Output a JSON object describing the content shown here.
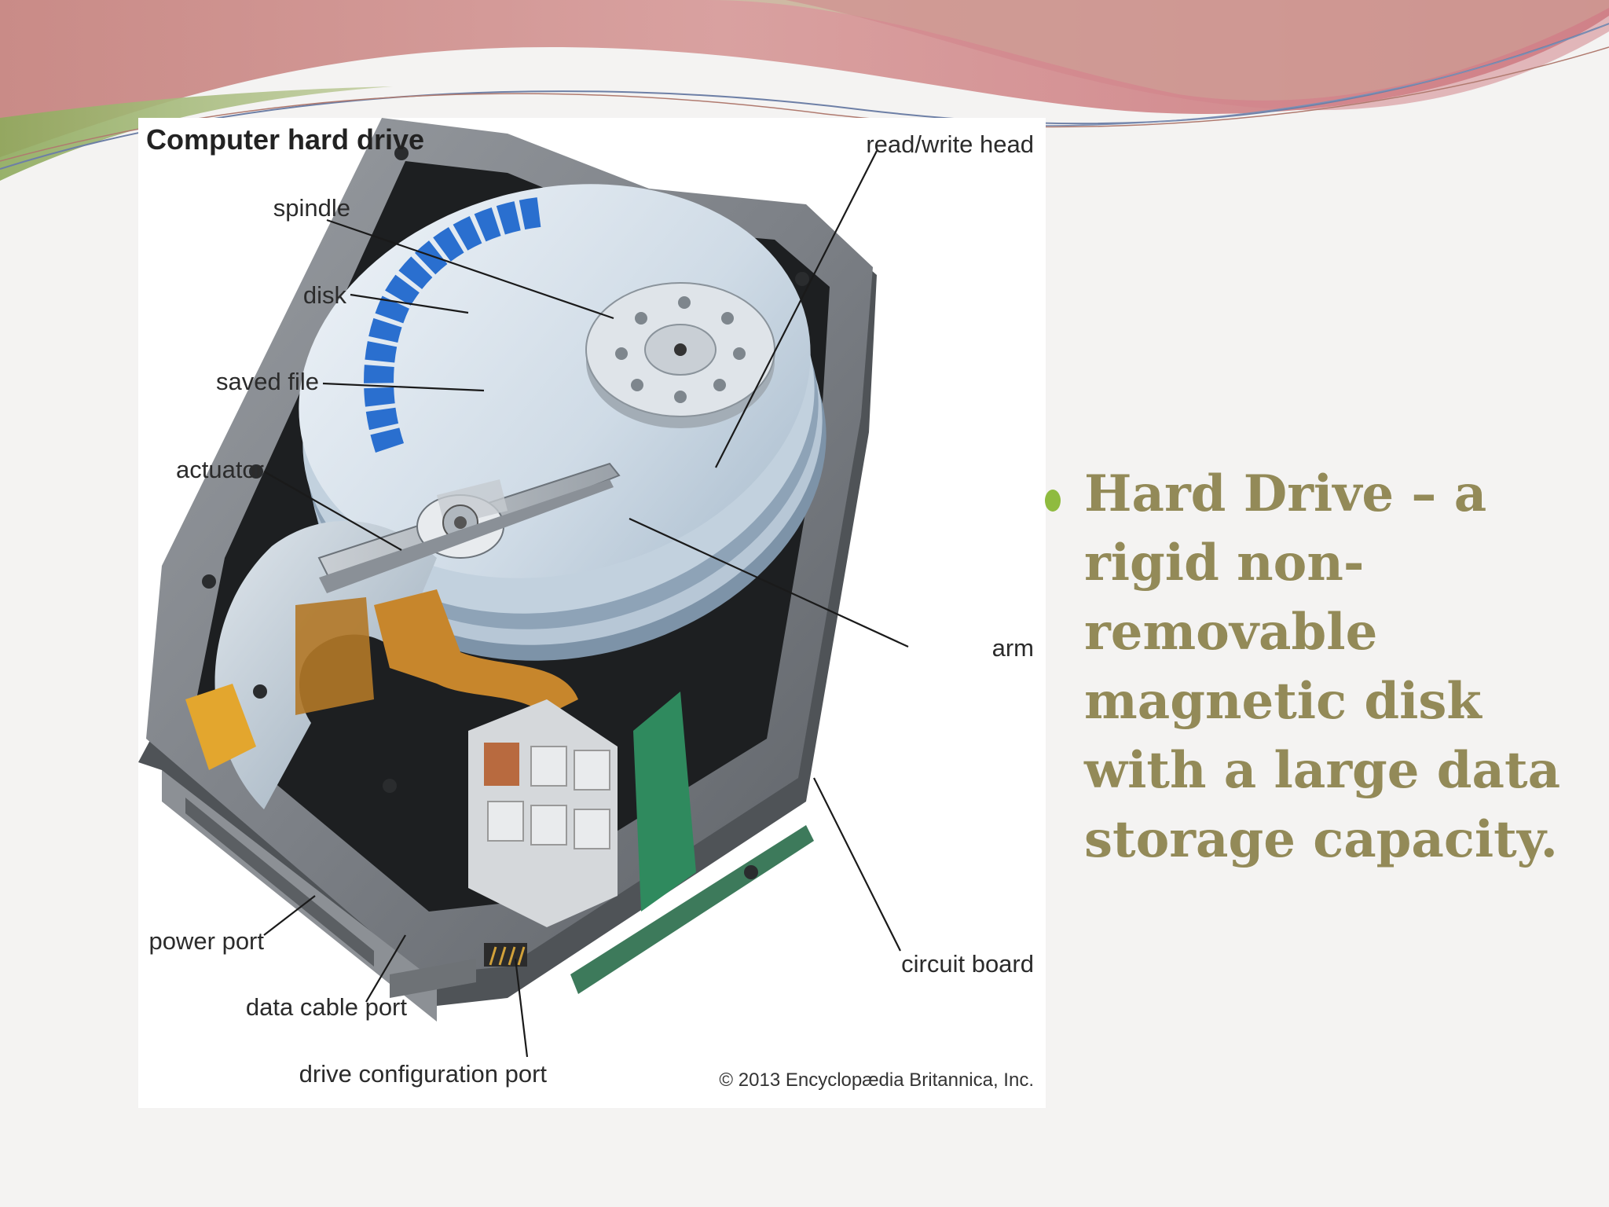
{
  "slide": {
    "bullet_text": "Hard Drive – a rigid non-removable magnetic disk with a large data storage capacity."
  },
  "figure": {
    "title": "Computer hard drive",
    "labels": {
      "spindle": "spindle",
      "disk": "disk",
      "saved_file": "saved file",
      "actuator": "actuator",
      "read_write_head": "read/write head",
      "arm": "arm",
      "circuit_board": "circuit board",
      "power_port": "power port",
      "data_cable_port": "data cable port",
      "drive_configuration_port": "drive configuration port"
    },
    "credit": "© 2013 Encyclopædia Britannica, Inc."
  },
  "colors": {
    "background": "#f4f3f2",
    "bullet_text": "#938a58",
    "bullet_dot": "#8fbb3f",
    "header_pink": "#d28a8f",
    "header_green": "#a7b77a"
  }
}
